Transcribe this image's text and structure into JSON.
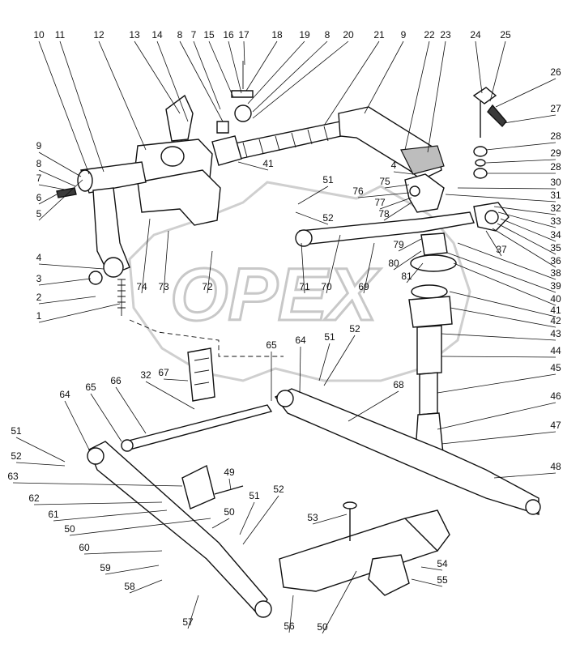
{
  "watermark": "OPEX",
  "callouts": [
    {
      "id": "10",
      "lbl": "10"
    },
    {
      "id": "11",
      "lbl": "11"
    },
    {
      "id": "12",
      "lbl": "12"
    },
    {
      "id": "13",
      "lbl": "13"
    },
    {
      "id": "14",
      "lbl": "14"
    },
    {
      "id": "8a",
      "lbl": "8"
    },
    {
      "id": "7a",
      "lbl": "7"
    },
    {
      "id": "15",
      "lbl": "15"
    },
    {
      "id": "16",
      "lbl": "16"
    },
    {
      "id": "17",
      "lbl": "17"
    },
    {
      "id": "18",
      "lbl": "18"
    },
    {
      "id": "19",
      "lbl": "19"
    },
    {
      "id": "8b",
      "lbl": "8"
    },
    {
      "id": "20",
      "lbl": "20"
    },
    {
      "id": "21",
      "lbl": "21"
    },
    {
      "id": "9a",
      "lbl": "9"
    },
    {
      "id": "22",
      "lbl": "22"
    },
    {
      "id": "23",
      "lbl": "23"
    },
    {
      "id": "24",
      "lbl": "24"
    },
    {
      "id": "25",
      "lbl": "25"
    },
    {
      "id": "26",
      "lbl": "26"
    },
    {
      "id": "27",
      "lbl": "27"
    },
    {
      "id": "28a",
      "lbl": "28"
    },
    {
      "id": "29",
      "lbl": "29"
    },
    {
      "id": "28b",
      "lbl": "28"
    },
    {
      "id": "30",
      "lbl": "30"
    },
    {
      "id": "31",
      "lbl": "31"
    },
    {
      "id": "32a",
      "lbl": "32"
    },
    {
      "id": "33",
      "lbl": "33"
    },
    {
      "id": "34",
      "lbl": "34"
    },
    {
      "id": "35",
      "lbl": "35"
    },
    {
      "id": "36",
      "lbl": "36"
    },
    {
      "id": "37",
      "lbl": "37"
    },
    {
      "id": "38",
      "lbl": "38"
    },
    {
      "id": "39",
      "lbl": "39"
    },
    {
      "id": "40",
      "lbl": "40"
    },
    {
      "id": "41a",
      "lbl": "41"
    },
    {
      "id": "42",
      "lbl": "42"
    },
    {
      "id": "43",
      "lbl": "43"
    },
    {
      "id": "44",
      "lbl": "44"
    },
    {
      "id": "45",
      "lbl": "45"
    },
    {
      "id": "46",
      "lbl": "46"
    },
    {
      "id": "47",
      "lbl": "47"
    },
    {
      "id": "48",
      "lbl": "48"
    },
    {
      "id": "9b",
      "lbl": "9"
    },
    {
      "id": "8c",
      "lbl": "8"
    },
    {
      "id": "7b",
      "lbl": "7"
    },
    {
      "id": "6",
      "lbl": "6"
    },
    {
      "id": "5",
      "lbl": "5"
    },
    {
      "id": "4a",
      "lbl": "4"
    },
    {
      "id": "3",
      "lbl": "3"
    },
    {
      "id": "2",
      "lbl": "2"
    },
    {
      "id": "1",
      "lbl": "1"
    },
    {
      "id": "41b",
      "lbl": "41"
    },
    {
      "id": "4b",
      "lbl": "4"
    },
    {
      "id": "75",
      "lbl": "75"
    },
    {
      "id": "76",
      "lbl": "76"
    },
    {
      "id": "77",
      "lbl": "77"
    },
    {
      "id": "78",
      "lbl": "78"
    },
    {
      "id": "51a",
      "lbl": "51"
    },
    {
      "id": "52a",
      "lbl": "52"
    },
    {
      "id": "79",
      "lbl": "79"
    },
    {
      "id": "80",
      "lbl": "80"
    },
    {
      "id": "81",
      "lbl": "81"
    },
    {
      "id": "74",
      "lbl": "74"
    },
    {
      "id": "73",
      "lbl": "73"
    },
    {
      "id": "72",
      "lbl": "72"
    },
    {
      "id": "71",
      "lbl": "71"
    },
    {
      "id": "70",
      "lbl": "70"
    },
    {
      "id": "69",
      "lbl": "69"
    },
    {
      "id": "65a",
      "lbl": "65"
    },
    {
      "id": "64a",
      "lbl": "64"
    },
    {
      "id": "51b",
      "lbl": "51"
    },
    {
      "id": "52b",
      "lbl": "52"
    },
    {
      "id": "67",
      "lbl": "67"
    },
    {
      "id": "66",
      "lbl": "66"
    },
    {
      "id": "32b",
      "lbl": "32"
    },
    {
      "id": "65b",
      "lbl": "65"
    },
    {
      "id": "68",
      "lbl": "68"
    },
    {
      "id": "64b",
      "lbl": "64"
    },
    {
      "id": "51c",
      "lbl": "51"
    },
    {
      "id": "52c",
      "lbl": "52"
    },
    {
      "id": "63",
      "lbl": "63"
    },
    {
      "id": "62",
      "lbl": "62"
    },
    {
      "id": "61",
      "lbl": "61"
    },
    {
      "id": "50a",
      "lbl": "50"
    },
    {
      "id": "60",
      "lbl": "60"
    },
    {
      "id": "59",
      "lbl": "59"
    },
    {
      "id": "58",
      "lbl": "58"
    },
    {
      "id": "57",
      "lbl": "57"
    },
    {
      "id": "49",
      "lbl": "49"
    },
    {
      "id": "50b",
      "lbl": "50"
    },
    {
      "id": "51d",
      "lbl": "51"
    },
    {
      "id": "52d",
      "lbl": "52"
    },
    {
      "id": "53",
      "lbl": "53"
    },
    {
      "id": "54",
      "lbl": "54"
    },
    {
      "id": "55",
      "lbl": "55"
    },
    {
      "id": "56",
      "lbl": "56"
    },
    {
      "id": "50c",
      "lbl": "50"
    }
  ]
}
